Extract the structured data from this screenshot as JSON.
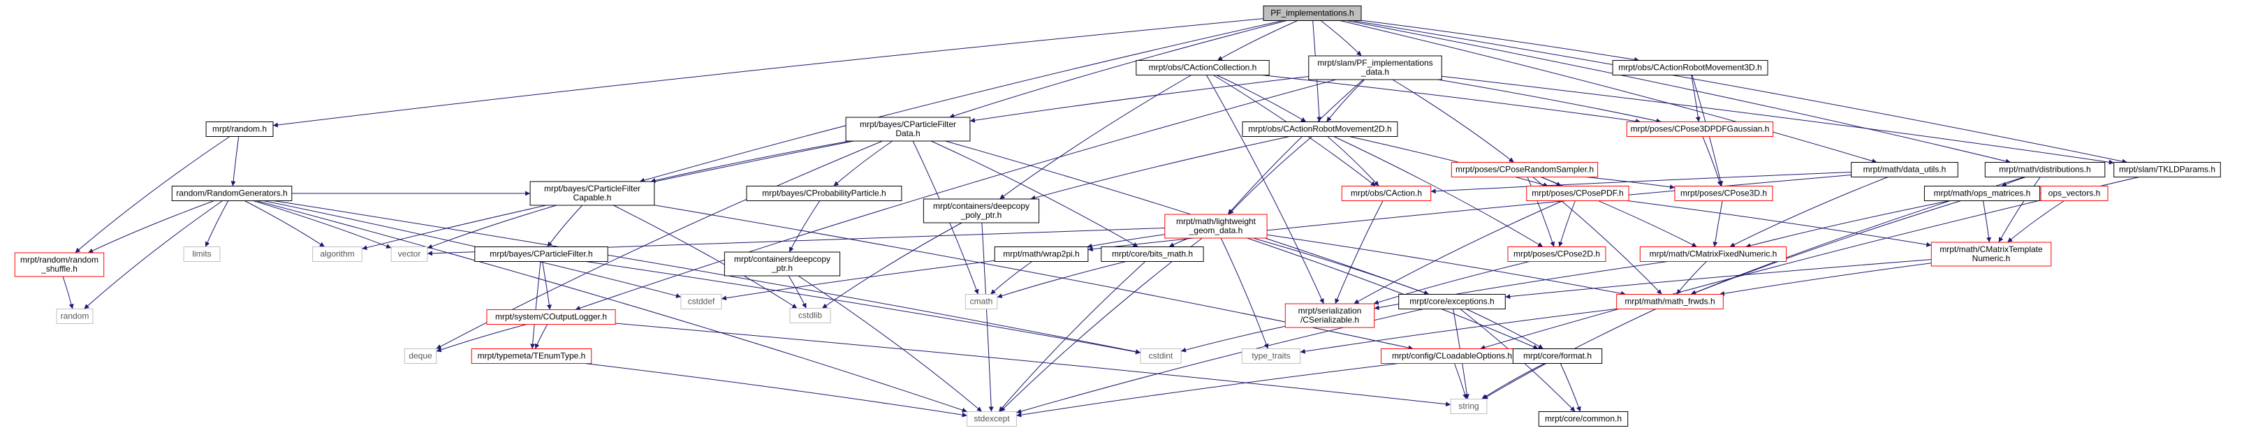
{
  "graph": {
    "title": "PF_implementations.h",
    "colors": {
      "root_fill": "#bfbfbf",
      "documented_border": "#000000",
      "undocumented_border": "#ff0000",
      "external_border": "#bfbfbf",
      "external_text": "#555555",
      "edge": "#191970",
      "background": "#ffffff"
    },
    "nodes": [
      {
        "id": "pf_impl",
        "lines": [
          "PF_implementations.h"
        ],
        "kind": "root"
      },
      {
        "id": "random_h",
        "lines": [
          "mrpt/random.h"
        ],
        "kind": "doc"
      },
      {
        "id": "bayes_cpfd",
        "lines": [
          "mrpt/bayes/CParticleFilter",
          "Data.h"
        ],
        "kind": "doc"
      },
      {
        "id": "obs_cac",
        "lines": [
          "mrpt/obs/CActionCollection.h"
        ],
        "kind": "doc"
      },
      {
        "id": "slam_pfi",
        "lines": [
          "mrpt/slam/PF_implementations",
          "_data.h"
        ],
        "kind": "doc"
      },
      {
        "id": "obs_carm3d",
        "lines": [
          "mrpt/obs/CActionRobotMovement3D.h"
        ],
        "kind": "doc"
      },
      {
        "id": "math_du",
        "lines": [
          "mrpt/math/data_utils.h"
        ],
        "kind": "doc"
      },
      {
        "id": "math_dist",
        "lines": [
          "mrpt/math/distributions.h"
        ],
        "kind": "doc"
      },
      {
        "id": "slam_tkld",
        "lines": [
          "mrpt/slam/TKLDParams.h"
        ],
        "kind": "doc"
      },
      {
        "id": "rand_gen",
        "lines": [
          "random/RandomGenerators.h"
        ],
        "kind": "doc"
      },
      {
        "id": "obs_carm2d",
        "lines": [
          "mrpt/obs/CActionRobotMovement2D.h"
        ],
        "kind": "doc"
      },
      {
        "id": "poses_crs",
        "lines": [
          "mrpt/poses/CPoseRandomSampler.h"
        ],
        "kind": "undoc"
      },
      {
        "id": "poses_cp3dpdfg",
        "lines": [
          "mrpt/poses/CPose3DPDFGaussian.h"
        ],
        "kind": "undoc"
      },
      {
        "id": "math_opsm",
        "lines": [
          "mrpt/math/ops_matrices.h"
        ],
        "kind": "doc"
      },
      {
        "id": "ops_vec",
        "lines": [
          "ops_vectors.h"
        ],
        "kind": "undoc"
      },
      {
        "id": "rand_shuffle",
        "lines": [
          "mrpt/random/random",
          "_shuffle.h"
        ],
        "kind": "undoc"
      },
      {
        "id": "limits",
        "lines": [
          "limits"
        ],
        "kind": "ext"
      },
      {
        "id": "algorithm",
        "lines": [
          "algorithm"
        ],
        "kind": "ext"
      },
      {
        "id": "vector",
        "lines": [
          "vector"
        ],
        "kind": "ext"
      },
      {
        "id": "bayes_cpfc",
        "lines": [
          "mrpt/bayes/CParticleFilter",
          "Capable.h"
        ],
        "kind": "doc"
      },
      {
        "id": "bayes_cprob",
        "lines": [
          "mrpt/bayes/CProbabilityParticle.h"
        ],
        "kind": "doc"
      },
      {
        "id": "cont_dcp",
        "lines": [
          "mrpt/containers/deepcopy",
          "_poly_ptr.h"
        ],
        "kind": "doc"
      },
      {
        "id": "math_lgd",
        "lines": [
          "mrpt/math/lightweight",
          "_geom_data.h"
        ],
        "kind": "undoc"
      },
      {
        "id": "obs_caction",
        "lines": [
          "mrpt/obs/CAction.h"
        ],
        "kind": "undoc"
      },
      {
        "id": "poses_cppdf",
        "lines": [
          "mrpt/poses/CPosePDF.h"
        ],
        "kind": "undoc"
      },
      {
        "id": "poses_cp3d",
        "lines": [
          "mrpt/poses/CPose3D.h"
        ],
        "kind": "undoc"
      },
      {
        "id": "math_cmfn",
        "lines": [
          "mrpt/math/CMatrixFixedNumeric.h"
        ],
        "kind": "undoc"
      },
      {
        "id": "math_cmtn",
        "lines": [
          "mrpt/math/CMatrixTemplate",
          "Numeric.h"
        ],
        "kind": "undoc"
      },
      {
        "id": "random",
        "lines": [
          "random"
        ],
        "kind": "ext"
      },
      {
        "id": "bayes_cpf",
        "lines": [
          "mrpt/bayes/CParticleFilter.h"
        ],
        "kind": "doc"
      },
      {
        "id": "cont_dcptr",
        "lines": [
          "mrpt/containers/deepcopy",
          "_ptr.h"
        ],
        "kind": "doc"
      },
      {
        "id": "math_wrap",
        "lines": [
          "mrpt/math/wrap2pi.h"
        ],
        "kind": "doc"
      },
      {
        "id": "core_bits",
        "lines": [
          "mrpt/core/bits_math.h"
        ],
        "kind": "doc"
      },
      {
        "id": "cmath",
        "lines": [
          "cmath"
        ],
        "kind": "ext"
      },
      {
        "id": "poses_cp2d",
        "lines": [
          "mrpt/poses/CPose2D.h"
        ],
        "kind": "undoc"
      },
      {
        "id": "cstddef",
        "lines": [
          "cstddef"
        ],
        "kind": "ext"
      },
      {
        "id": "cstdlib",
        "lines": [
          "cstdlib"
        ],
        "kind": "ext"
      },
      {
        "id": "ser_cser",
        "lines": [
          "mrpt/serialization",
          "/CSerializable.h"
        ],
        "kind": "undoc"
      },
      {
        "id": "core_exc",
        "lines": [
          "mrpt/core/exceptions.h"
        ],
        "kind": "doc"
      },
      {
        "id": "math_mfwd",
        "lines": [
          "mrpt/math/math_frwds.h"
        ],
        "kind": "undoc"
      },
      {
        "id": "sys_col",
        "lines": [
          "mrpt/system/COutputLogger.h"
        ],
        "kind": "undoc"
      },
      {
        "id": "deque",
        "lines": [
          "deque"
        ],
        "kind": "ext"
      },
      {
        "id": "typemeta",
        "lines": [
          "mrpt/typemeta/TEnumType.h"
        ],
        "kind": "undoc"
      },
      {
        "id": "cstdint",
        "lines": [
          "cstdint"
        ],
        "kind": "ext"
      },
      {
        "id": "type_traits",
        "lines": [
          "type_traits"
        ],
        "kind": "ext"
      },
      {
        "id": "cfg_clo",
        "lines": [
          "mrpt/config/CLoadableOptions.h"
        ],
        "kind": "undoc"
      },
      {
        "id": "core_fmt",
        "lines": [
          "mrpt/core/format.h"
        ],
        "kind": "doc"
      },
      {
        "id": "stdexcept",
        "lines": [
          "stdexcept"
        ],
        "kind": "ext"
      },
      {
        "id": "string",
        "lines": [
          "string"
        ],
        "kind": "ext"
      },
      {
        "id": "core_common",
        "lines": [
          "mrpt/core/common.h"
        ],
        "kind": "doc"
      }
    ],
    "edges": [
      [
        "pf_impl",
        "random_h"
      ],
      [
        "pf_impl",
        "bayes_cpfd"
      ],
      [
        "pf_impl",
        "bayes_cpfc"
      ],
      [
        "pf_impl",
        "obs_cac"
      ],
      [
        "pf_impl",
        "slam_pfi"
      ],
      [
        "pf_impl",
        "obs_carm2d"
      ],
      [
        "pf_impl",
        "obs_carm3d"
      ],
      [
        "pf_impl",
        "math_du"
      ],
      [
        "pf_impl",
        "math_dist"
      ],
      [
        "pf_impl",
        "slam_tkld"
      ],
      [
        "random_h",
        "rand_gen"
      ],
      [
        "random_h",
        "rand_shuffle"
      ],
      [
        "rand_gen",
        "rand_shuffle"
      ],
      [
        "rand_gen",
        "limits"
      ],
      [
        "rand_gen",
        "algorithm"
      ],
      [
        "rand_gen",
        "vector"
      ],
      [
        "rand_gen",
        "random"
      ],
      [
        "rand_gen",
        "cstddef"
      ],
      [
        "rand_gen",
        "stdexcept"
      ],
      [
        "rand_gen",
        "bayes_cpfc"
      ],
      [
        "rand_gen",
        "cstdint"
      ],
      [
        "rand_shuffle",
        "random"
      ],
      [
        "bayes_cpfd",
        "algorithm"
      ],
      [
        "bayes_cpfd",
        "bayes_cpfc"
      ],
      [
        "bayes_cpfd",
        "bayes_cprob"
      ],
      [
        "bayes_cpfd",
        "deque"
      ],
      [
        "bayes_cpfd",
        "cmath"
      ],
      [
        "bayes_cpfd",
        "core_bits"
      ],
      [
        "bayes_cpfd",
        "core_exc"
      ],
      [
        "bayes_cpfc",
        "vector"
      ],
      [
        "bayes_cpfc",
        "bayes_cpf"
      ],
      [
        "bayes_cpfc",
        "cstdlib"
      ],
      [
        "bayes_cpfc",
        "cfg_clo"
      ],
      [
        "bayes_cpf",
        "sys_col"
      ],
      [
        "bayes_cpf",
        "typemeta"
      ],
      [
        "bayes_cpf",
        "cstdint"
      ],
      [
        "bayes_cprob",
        "cont_dcptr"
      ],
      [
        "cont_dcptr",
        "cstdlib"
      ],
      [
        "cont_dcptr",
        "stdexcept"
      ],
      [
        "obs_cac",
        "obs_carm2d"
      ],
      [
        "obs_cac",
        "cont_dcp"
      ],
      [
        "obs_cac",
        "obs_caction"
      ],
      [
        "obs_cac",
        "ser_cser"
      ],
      [
        "obs_cac",
        "poses_cp3dpdfg"
      ],
      [
        "slam_pfi",
        "bayes_cpfd"
      ],
      [
        "slam_pfi",
        "obs_carm2d"
      ],
      [
        "slam_pfi",
        "poses_crs"
      ],
      [
        "slam_pfi",
        "poses_cp3dpdfg"
      ],
      [
        "slam_pfi",
        "math_lgd"
      ],
      [
        "slam_pfi",
        "sys_col"
      ],
      [
        "slam_pfi",
        "slam_tkld"
      ],
      [
        "obs_carm2d",
        "obs_caction"
      ],
      [
        "obs_carm2d",
        "poses_cppdf"
      ],
      [
        "obs_carm2d",
        "poses_cp2d"
      ],
      [
        "obs_carm2d",
        "cont_dcp"
      ],
      [
        "obs_carm2d",
        "math_lgd"
      ],
      [
        "poses_crs",
        "poses_cppdf"
      ],
      [
        "poses_crs",
        "poses_cp2d"
      ],
      [
        "poses_crs",
        "poses_cp3d"
      ],
      [
        "poses_crs",
        "math_cmfn"
      ],
      [
        "poses_crs",
        "math_mfwd"
      ],
      [
        "poses_cp3dpdfg",
        "poses_cp3d"
      ],
      [
        "obs_carm3d",
        "poses_cp3dpdfg"
      ],
      [
        "obs_carm3d",
        "poses_cp3d"
      ],
      [
        "math_du",
        "obs_caction"
      ],
      [
        "math_du",
        "math_cmfn"
      ],
      [
        "math_du",
        "math_wrap"
      ],
      [
        "math_dist",
        "math_opsm"
      ],
      [
        "math_dist",
        "math_cmtn"
      ],
      [
        "math_dist",
        "math_mfwd"
      ],
      [
        "math_opsm",
        "math_cmfn"
      ],
      [
        "math_opsm",
        "math_cmtn"
      ],
      [
        "math_opsm",
        "math_mfwd"
      ],
      [
        "math_opsm",
        "ops_vec"
      ],
      [
        "ops_vec",
        "math_cmtn"
      ],
      [
        "slam_tkld",
        "cfg_clo"
      ],
      [
        "cont_dcp",
        "stdexcept"
      ],
      [
        "cont_dcp",
        "cstdlib"
      ],
      [
        "math_lgd",
        "vector"
      ],
      [
        "math_lgd",
        "math_wrap"
      ],
      [
        "math_lgd",
        "core_bits"
      ],
      [
        "math_lgd",
        "core_exc"
      ],
      [
        "math_lgd",
        "stdexcept"
      ],
      [
        "math_lgd",
        "type_traits"
      ],
      [
        "math_lgd",
        "math_mfwd"
      ],
      [
        "math_lgd",
        "core_fmt"
      ],
      [
        "obs_caction",
        "ser_cser"
      ],
      [
        "poses_cppdf",
        "poses_cp2d"
      ],
      [
        "poses_cppdf",
        "ser_cser"
      ],
      [
        "poses_cppdf",
        "math_cmtn"
      ],
      [
        "poses_cp3d",
        "math_cmfn"
      ],
      [
        "math_cmfn",
        "math_mfwd"
      ],
      [
        "math_cmfn",
        "ser_cser"
      ],
      [
        "math_cmtn",
        "math_mfwd"
      ],
      [
        "math_cmtn",
        "core_exc"
      ],
      [
        "math_wrap",
        "cmath"
      ],
      [
        "math_wrap",
        "cstddef"
      ],
      [
        "core_bits",
        "cmath"
      ],
      [
        "core_bits",
        "stdexcept"
      ],
      [
        "poses_cp2d",
        "ser_cser"
      ],
      [
        "ser_cser",
        "cstdint"
      ],
      [
        "core_exc",
        "string"
      ],
      [
        "core_exc",
        "stdexcept"
      ],
      [
        "core_exc",
        "core_fmt"
      ],
      [
        "core_exc",
        "core_common"
      ],
      [
        "math_mfwd",
        "type_traits"
      ],
      [
        "math_mfwd",
        "string"
      ],
      [
        "sys_col",
        "deque"
      ],
      [
        "sys_col",
        "typemeta"
      ],
      [
        "sys_col",
        "string"
      ],
      [
        "typemeta",
        "stdexcept"
      ],
      [
        "cfg_clo",
        "stdexcept"
      ],
      [
        "cfg_clo",
        "string"
      ],
      [
        "core_fmt",
        "string"
      ],
      [
        "core_fmt",
        "core_common"
      ]
    ]
  }
}
